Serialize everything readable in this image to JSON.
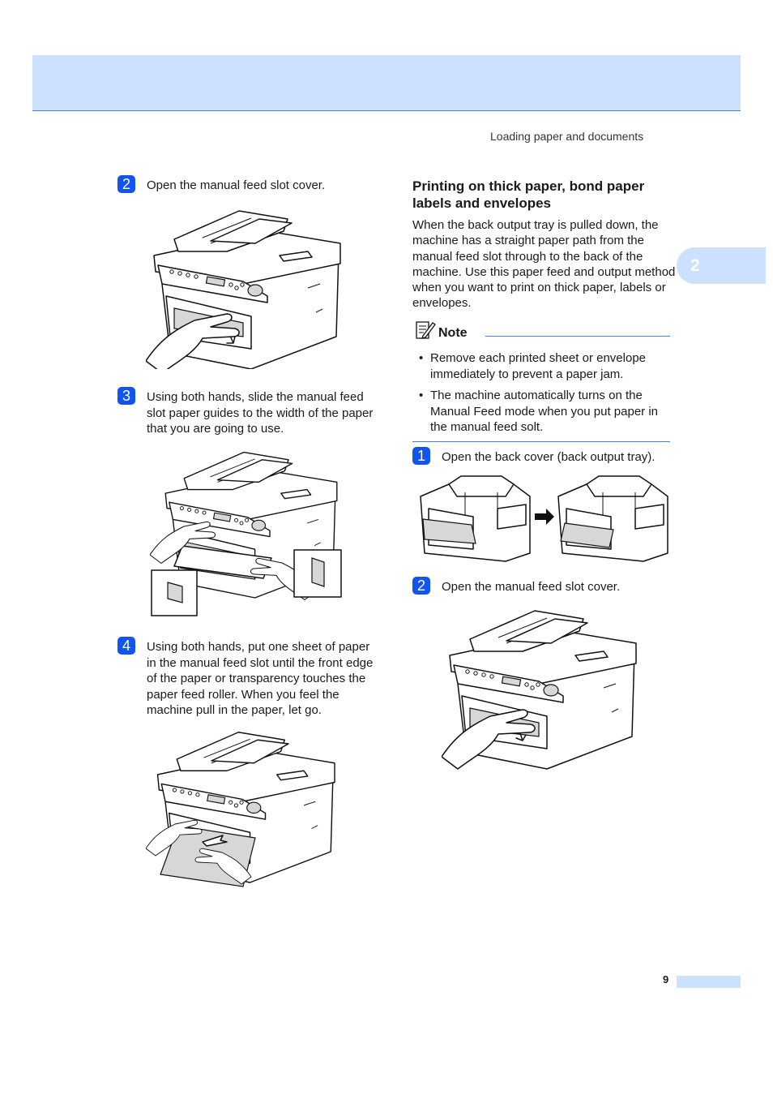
{
  "header": {
    "running_head": "Loading paper and documents"
  },
  "chapter_tab": {
    "label": "2"
  },
  "left_column": {
    "steps": [
      {
        "number": "2",
        "text": "Open the manual feed slot cover."
      },
      {
        "number": "3",
        "text": "Using both hands, slide the manual feed slot paper guides to the width of the paper that you are going to use."
      },
      {
        "number": "4",
        "text": "Using both hands, put one sheet of paper in the manual feed slot until the front edge of the paper or transparency touches the paper feed roller. When you feel the machine pull in the paper, let go."
      }
    ]
  },
  "right_column": {
    "section_title": "Printing on thick paper, bond paper labels and envelopes",
    "intro": "When the back output tray is pulled down, the machine has a straight paper path from the manual feed slot through to the back of the machine. Use this paper feed and output method when you want to print on thick paper, labels or envelopes.",
    "note": {
      "title": "Note",
      "items": [
        "Remove each printed sheet or envelope immediately to prevent a paper jam.",
        "The machine automatically turns on the Manual Feed mode when you put paper in the manual feed solt."
      ]
    },
    "steps": [
      {
        "number": "1",
        "text": "Open the back cover (back output tray)."
      },
      {
        "number": "2",
        "text": "Open the manual feed slot cover."
      }
    ]
  },
  "footer": {
    "page_number": "9"
  },
  "colors": {
    "accent": "#1155ee",
    "band": "#cce0ff",
    "rule": "#4a7fd0"
  }
}
